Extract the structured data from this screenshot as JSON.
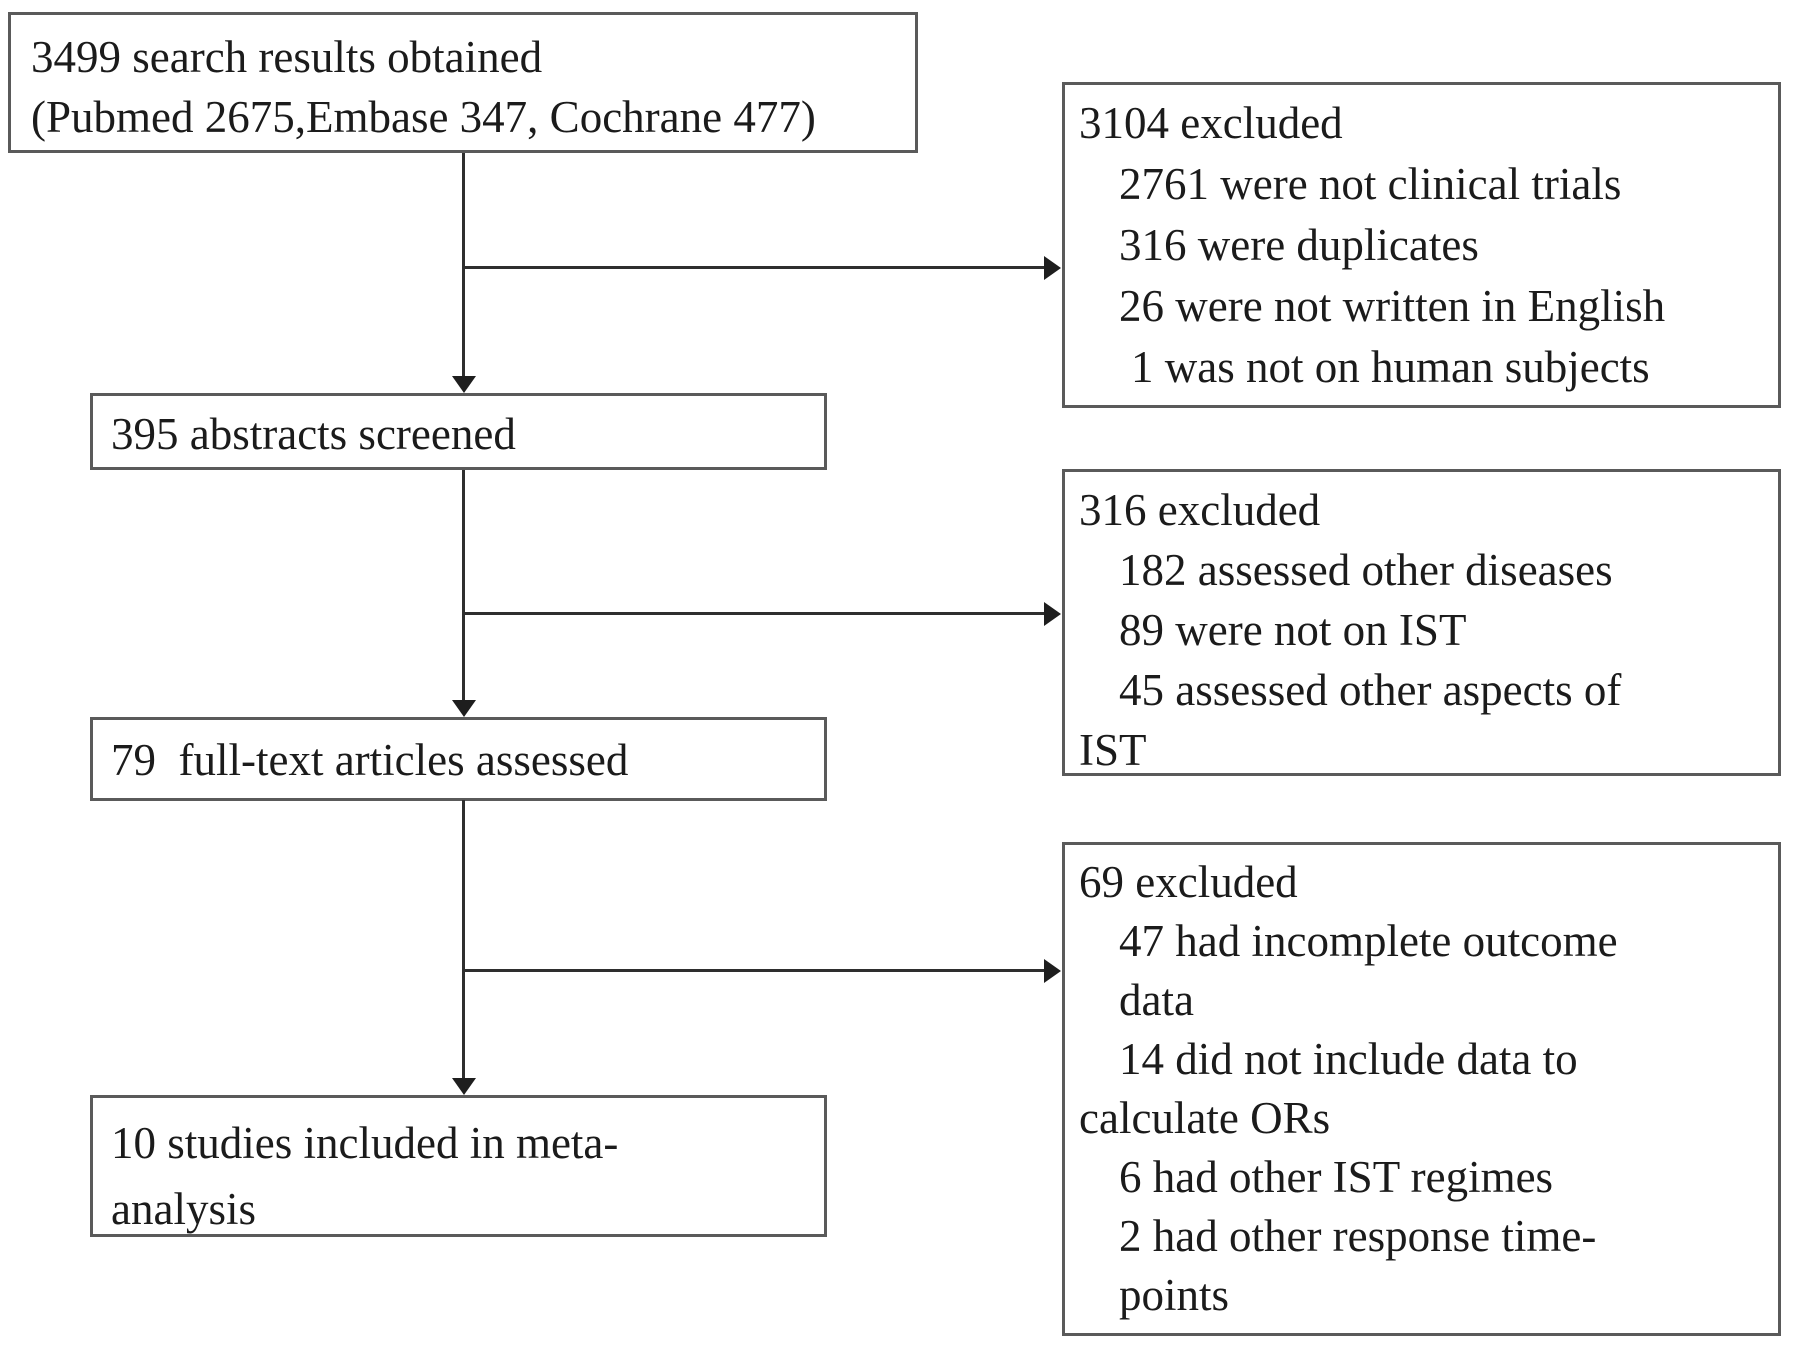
{
  "flow": {
    "left_boxes": [
      {
        "lines": [
          "3499 search results obtained",
          "(Pubmed 2675,Embase 347, Cochrane 477)"
        ]
      },
      {
        "lines": [
          "395 abstracts screened"
        ]
      },
      {
        "lines": [
          "79  full-text articles assessed"
        ]
      },
      {
        "lines": [
          "10 studies included in meta-",
          "analysis"
        ]
      }
    ],
    "right_boxes": [
      {
        "lines": [
          "3104 excluded",
          "2761 were not clinical trials",
          "316 were duplicates",
          "26 were not written in English",
          "1 was not on human subjects"
        ]
      },
      {
        "lines": [
          "316 excluded",
          "182 assessed other diseases",
          "89 were not on IST",
          "45 assessed other aspects of",
          "IST"
        ]
      },
      {
        "lines": [
          "69 excluded",
          "47 had incomplete outcome",
          "data",
          "14 did not include data to",
          "calculate ORs",
          "6 had other IST regimes",
          "2 had other response time-",
          "points"
        ]
      }
    ],
    "colors": {
      "background": "#ffffff",
      "border": "#5a5a5a",
      "text": "#1b1b1b",
      "arrow": "#2e2e2e"
    }
  }
}
